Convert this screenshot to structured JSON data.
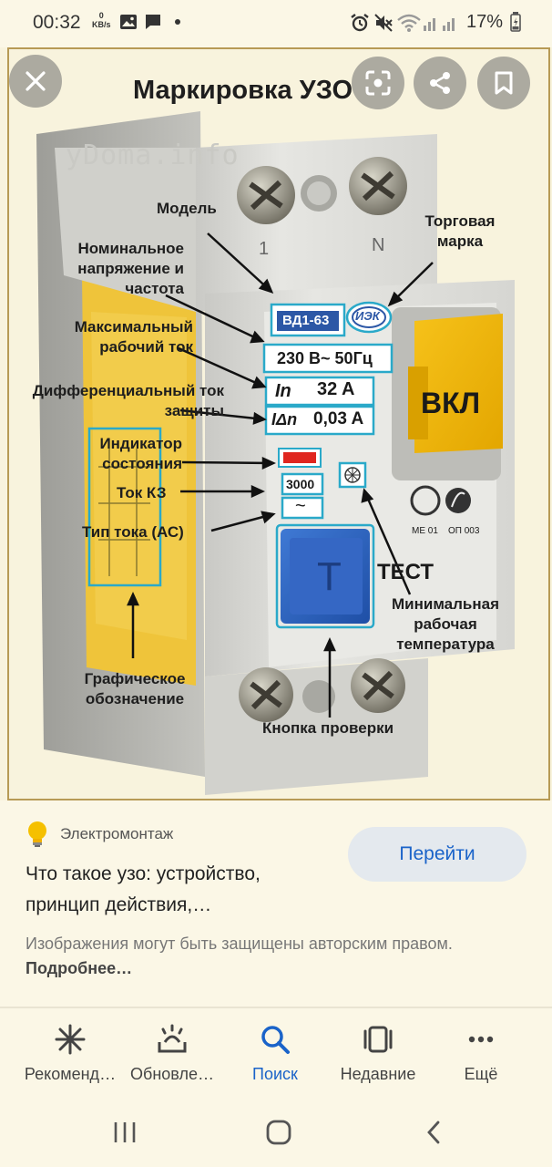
{
  "status_bar": {
    "time": "00:32",
    "speed_value": "0",
    "speed_unit": "KB/s",
    "battery": "17%",
    "icons": [
      "gallery-icon",
      "chat-icon",
      "dot-icon",
      "alarm-icon",
      "mute-icon",
      "wifi-icon",
      "signal-icon",
      "battery-icon"
    ]
  },
  "viewer": {
    "image_title": "Маркировка УЗО",
    "watermark": "yDoma.info",
    "buttons": [
      "close-icon",
      "lens-icon",
      "share-icon",
      "bookmark-icon"
    ],
    "labels": {
      "model": "Модель",
      "trademark": "Торговая марка",
      "voltage": "Номинальное напряжение и частота",
      "max_current": "Максимальный рабочий ток",
      "diff_current": "Дифференциальный ток защиты",
      "indicator": "Индикатор состояния",
      "short_circuit": "Ток КЗ",
      "current_type": "Тип тока (АС)",
      "graphic": "Графическое обозначение",
      "min_temp": "Минимальная рабочая температура",
      "test_button": "Кнопка проверки"
    },
    "device": {
      "terminal_1": "1",
      "terminal_n": "N",
      "model_code": "ВД1-63",
      "brand": "ИЭК",
      "rating": "230 В~ 50Гц",
      "in_symbol": "In",
      "in_value": "32 A",
      "idn_symbol": "IΔn",
      "idn_value": "0,03 A",
      "breaking": "3000",
      "ac_symbol": "~",
      "on_label": "ВКЛ",
      "test_key": "T",
      "test_label": "ТЕСТ",
      "cert_1": "МЕ 01",
      "cert_2": "ОП 003"
    }
  },
  "info": {
    "source_name": "Электромонтаж",
    "visit_label": "Перейти",
    "title": "Что такое узо: устройство, принцип действия,…",
    "copyright_text": "Изображения могут быть защищены авторским правом.",
    "learn_more": "Подробнее…"
  },
  "bottom_nav": {
    "items": [
      {
        "label": "Рекоменд…",
        "icon": "asterisk-icon"
      },
      {
        "label": "Обновле…",
        "icon": "updates-icon"
      },
      {
        "label": "Поиск",
        "icon": "search-icon"
      },
      {
        "label": "Недавние",
        "icon": "recent-icon"
      },
      {
        "label": "Ещё",
        "icon": "more-icon"
      }
    ],
    "active_index": 2,
    "active_color": "#1a63c9"
  },
  "system_nav": {
    "buttons": [
      "recents-icon",
      "home-icon",
      "back-icon"
    ]
  }
}
